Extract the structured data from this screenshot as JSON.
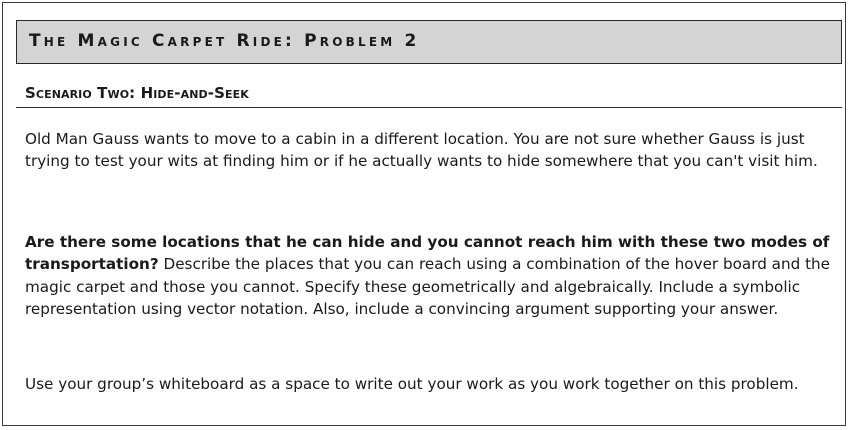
{
  "header": {
    "title": "The Magic Carpet Ride: Problem 2"
  },
  "section": {
    "heading": "Scenario Two: Hide-and-Seek"
  },
  "paragraphs": {
    "intro": "Old Man Gauss wants to move to a cabin in a different location. You are not sure whether Gauss is just trying to test your wits at finding him or if he actually wants to hide somewhere that you can't visit him.",
    "question_bold": "Are there some locations that he can hide and you cannot reach him with these two modes of transportation?",
    "question_rest": " Describe the places that you can reach using a combination of the hover board and the magic carpet and those you cannot. Specify these geometrically and algebraically. Include a symbolic representation using vector notation. Also, include a convincing argument supporting your answer.",
    "closing": "Use your group’s whiteboard as a space to write out your work as you work together on this problem."
  }
}
